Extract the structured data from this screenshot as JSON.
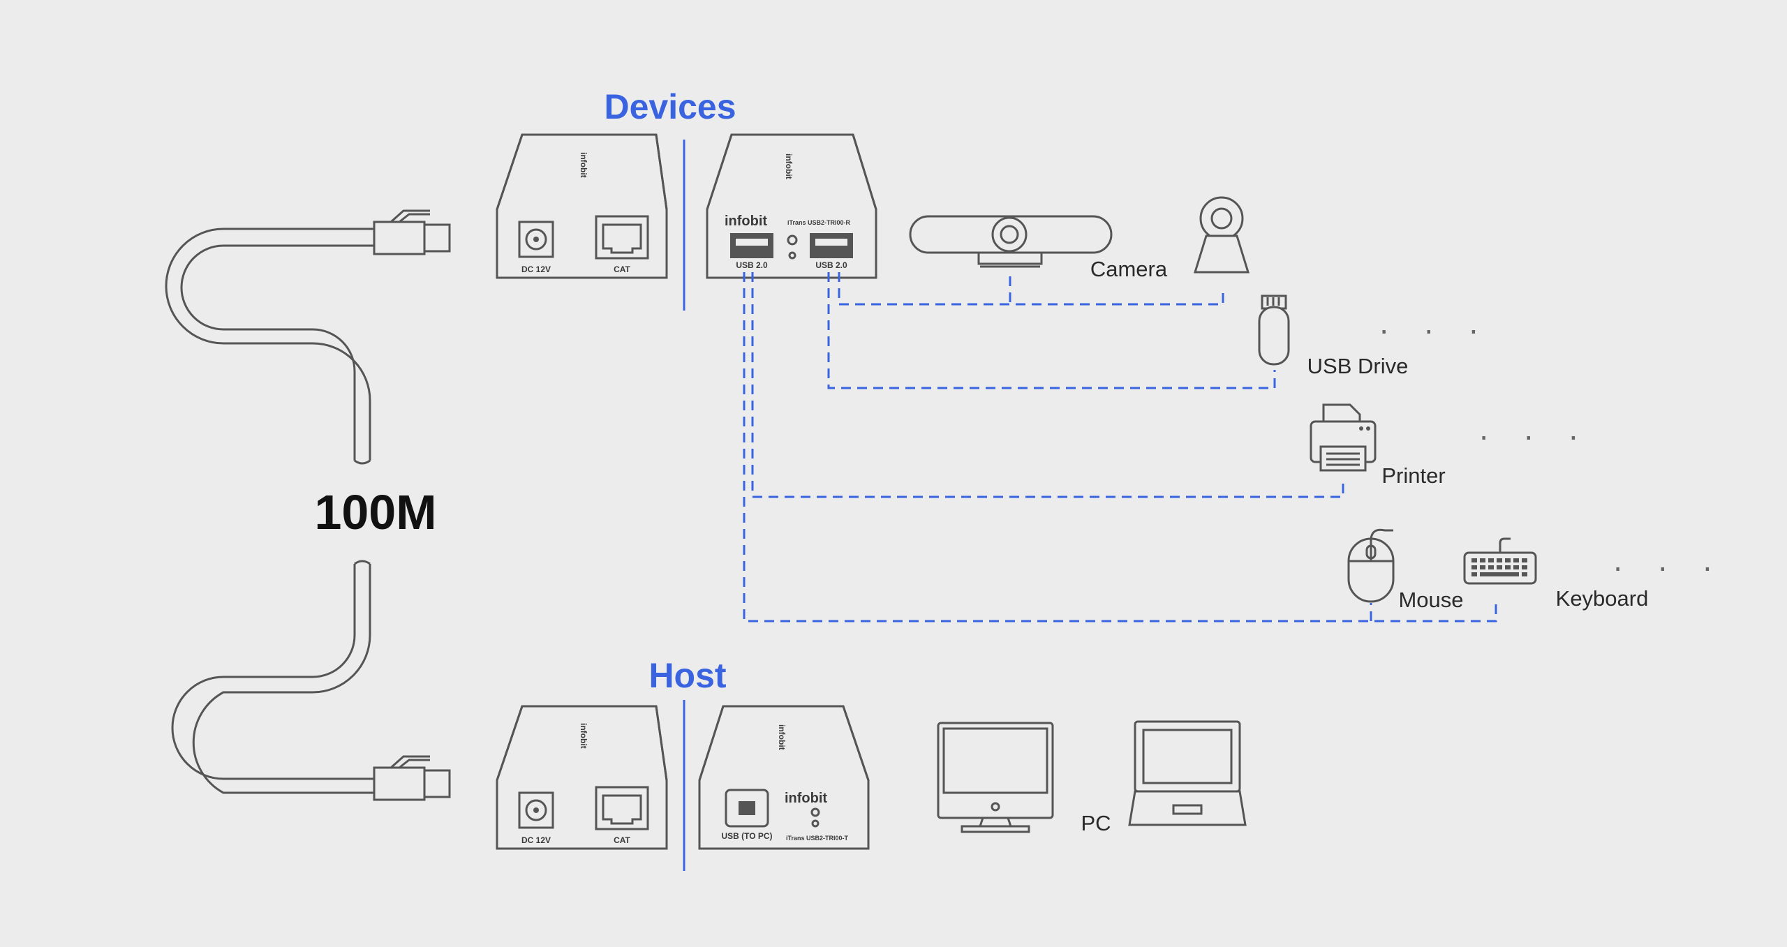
{
  "sections": {
    "devices": "Devices",
    "host": "Host"
  },
  "distance": "100M",
  "ports": {
    "dc": "DC 12V",
    "cat": "CAT",
    "usb_a": "USB 2.0",
    "usb_b": "USB (TO PC)"
  },
  "brand": "infobit",
  "models": {
    "receiver": "iTrans USB2-TRI00-R",
    "transmitter": "iTrans USB2-TRI00-T"
  },
  "peripherals": {
    "camera": "Camera",
    "usb_drive": "USB Drive",
    "printer": "Printer",
    "mouse": "Mouse",
    "keyboard": "Keyboard",
    "pc": "PC"
  },
  "more": "· · ·",
  "colors": {
    "accent": "#3a63e0",
    "line": "#555555",
    "background": "#ececec"
  }
}
